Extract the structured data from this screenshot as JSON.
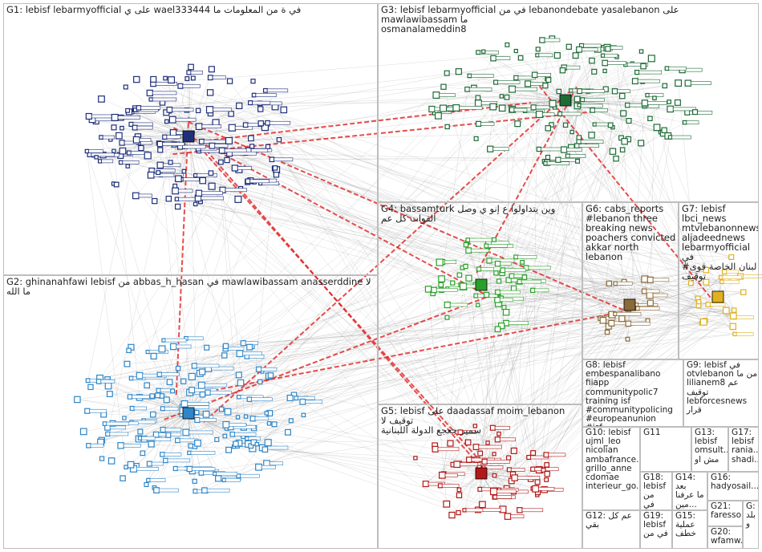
{
  "colors": {
    "edge": "#8a8a8a",
    "edge_red": "#e02020",
    "g1": "#1f2f7a",
    "g2": "#2f86c8",
    "g3": "#1e6a36",
    "g4": "#2aa02a",
    "g5": "#b21818",
    "g6": "#8a6a3a",
    "g7": "#e0b020",
    "label_bg": "#ffffff"
  },
  "groups": [
    {
      "id": "G1",
      "label": "G1: lebisf lebarmyofficial على ي wael333444 في ة من المعلومات ما"
    },
    {
      "id": "G2",
      "label": "G2: ghinanahfawi lebisf من abbas_h_hasan في mawlawibassam anasserddine لا ما الله"
    },
    {
      "id": "G3",
      "label": "G3: lebisf lebarmyofficial في من lebanondebate yasalebanon على mawlawibassam ما\nosmanalameddin8"
    },
    {
      "id": "G4",
      "label": "G4: bassamturk وين يتداولوا ع إنو ي وصل القوات كل عم"
    },
    {
      "id": "G5",
      "label": "G5: lebisf على daadassaf moim_lebanon توقيف لا\nسمير جعجع الدولة اللبنانية"
    },
    {
      "id": "G6",
      "label": "G6: cabs_reports\n#lebanon three\nbreaking news\npoachers convicted\nakkar north lebanon"
    },
    {
      "id": "G7",
      "label": "G7: lebisf\nlbci_news\nmtvlebanonnews\naljadeednews\nlebarmyofficial في\n#لبنان الخاصة قوى\nتوقيف"
    },
    {
      "id": "G8",
      "label": "G8: lebisf\nembespanalibano\nfiiapp communitypolic7\ntraining isf\n#communitypolicing\n#europeanunion #isf..."
    },
    {
      "id": "G9",
      "label": "G9: lebisf في\notvlebanon من ما\nlilianem8 عم توقيف\nlebforcesnews\nقرار"
    },
    {
      "id": "G10",
      "label": "G10: lebisf\nujml_leo\nnicolian\nambafrance...\ngrillo_anne\ncdomae\ninterieur_go..."
    },
    {
      "id": "G11",
      "label": "G11"
    },
    {
      "id": "G13",
      "label": "G13:\nlebisf\nomsult...\nمش او"
    },
    {
      "id": "G17",
      "label": "G17:\nlebisf\nrania...\nshadi..."
    },
    {
      "id": "G14",
      "label": "G14: بعد\nما عرفنا\nمين..."
    },
    {
      "id": "G16",
      "label": "G16:\nhadyosail..."
    },
    {
      "id": "G18",
      "label": "G18:\nlebisf\nمن\nفي"
    },
    {
      "id": "G12",
      "label": "G12: عم كل بقي"
    },
    {
      "id": "G19",
      "label": "G19:\nlebisf\nفي من"
    },
    {
      "id": "G15",
      "label": "G15:\nعملية\nخطف"
    },
    {
      "id": "G21",
      "label": "G21:\nfaresso..."
    },
    {
      "id": "G20",
      "label": "G20:\nwfamw..."
    },
    {
      "id": "G22",
      "label": "G:\nبلد\nو"
    }
  ]
}
